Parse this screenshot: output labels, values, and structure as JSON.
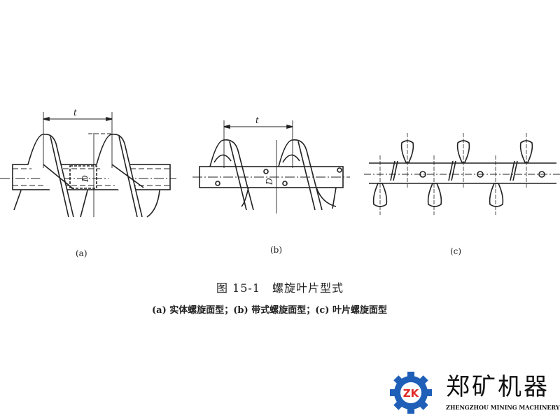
{
  "figure": {
    "labels": {
      "pitch": "t",
      "diameter": "D",
      "a": "(a)",
      "b": "(b)",
      "c": "(c)"
    },
    "caption_title": "图 15-1　螺旋叶片型式",
    "caption_sub": "(a) 实体螺旋面型；(b) 带式螺旋面型；(c) 叶片螺旋面型"
  },
  "logo": {
    "mark": "ZK",
    "name_cn": "郑矿机器",
    "name_en": "ZHENGZHOU MINING MACHINERY",
    "gear_color": "#1f5fb8",
    "mark_color": "#e02a2a"
  }
}
